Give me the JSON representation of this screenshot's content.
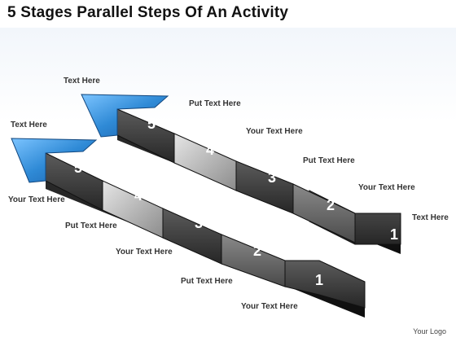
{
  "title": "5 Stages Parallel Steps Of An Activity",
  "colors": {
    "arrow_head": "#2f8ad6",
    "stage_dark": "#3a3a3a",
    "stage_light": "#b8b8b8",
    "edge": "#1b1b1b"
  },
  "upper_arrow": {
    "stages": [
      "1",
      "2",
      "3",
      "4",
      "5"
    ],
    "labels": {
      "head": "Text Here",
      "s5": "Put Text Here",
      "s4": "Your Text Here",
      "s3": "Put Text Here",
      "s2": "Your Text Here",
      "s1": "Text Here"
    }
  },
  "lower_arrow": {
    "stages": [
      "1",
      "2",
      "3",
      "4",
      "5"
    ],
    "labels": {
      "head": "Text Here",
      "s5": "Your Text Here",
      "s4": "Put Text Here",
      "s3": "Your Text Here",
      "s2": "Put Text Here",
      "s1": "Your Text Here"
    }
  },
  "logo_text": "Your Logo"
}
